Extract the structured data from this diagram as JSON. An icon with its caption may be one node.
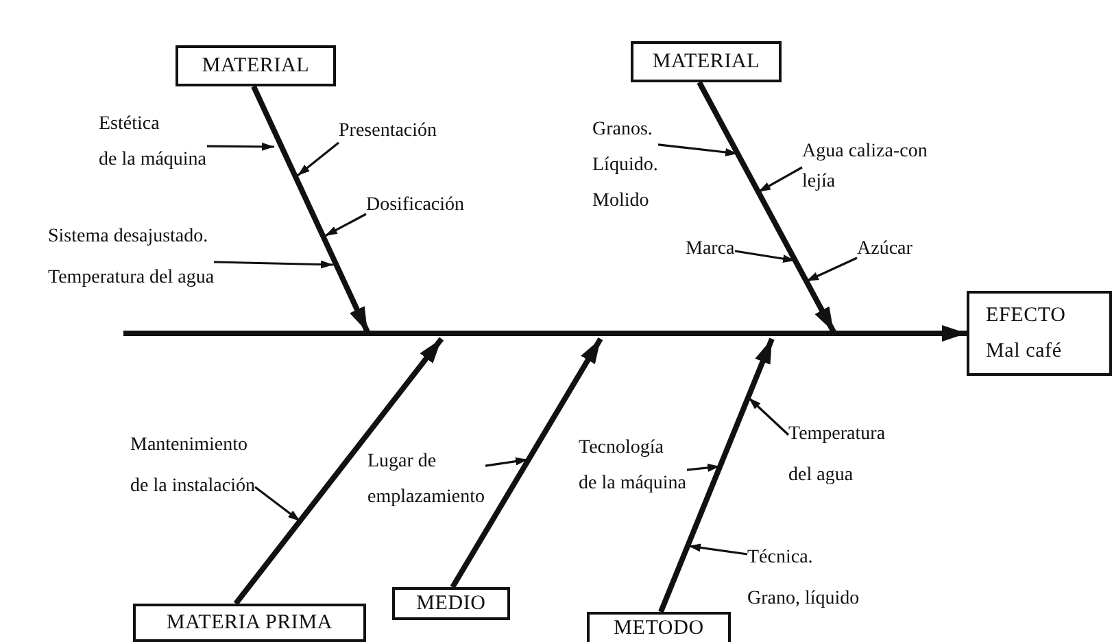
{
  "diagram": {
    "nodes": [
      {
        "text": [
          "MATERIAL"
        ]
      },
      {
        "text": [
          "Estética de la máquina"
        ]
      },
      {
        "text": [
          "Presentación"
        ]
      },
      {
        "text": [
          "Dosificación"
        ]
      },
      {
        "text": [
          "Sistema desajustado. Temperatura del agua"
        ]
      },
      {
        "text": [
          "MATERIAL"
        ]
      },
      {
        "text": [
          "Granos. Líquido. Molido"
        ]
      },
      {
        "text": [
          "Agua caliza-con lejía"
        ]
      },
      {
        "text": [
          "Marca"
        ]
      },
      {
        "text": [
          "Azúcar"
        ]
      },
      {
        "text": [
          "EFECTO",
          "Mal café"
        ]
      },
      {
        "text": [
          "Mantenimiento de la instalación"
        ]
      },
      {
        "text": [
          "Lugar de emplazamiento"
        ]
      },
      {
        "text": [
          "Tecnología de la máquina"
        ]
      },
      {
        "text": [
          "Temperatura del agua"
        ]
      },
      {
        "text": [
          "Técnica. Grano, líquido"
        ]
      },
      {
        "text": [
          "MATERIA PRIMA"
        ]
      },
      {
        "text": [
          "MEDIO"
        ]
      },
      {
        "text": [
          "METODO"
        ]
      }
    ],
    "edges": [
      {
        "from": 1,
        "to": null,
        "arrow": "to"
      },
      {
        "from": 2,
        "to": null,
        "arrow": "to"
      },
      {
        "from": 3,
        "to": null,
        "arrow": "to"
      },
      {
        "from": 4,
        "to": null,
        "arrow": "to"
      },
      {
        "from": 0,
        "to": null,
        "arrow": "to",
        "style": "thick"
      },
      {
        "from": 6,
        "to": null,
        "arrow": "to"
      },
      {
        "from": 7,
        "to": null,
        "arrow": "to"
      },
      {
        "from": 8,
        "to": null,
        "arrow": "to"
      },
      {
        "from": 9,
        "to": null,
        "arrow": "to"
      },
      {
        "from": 5,
        "to": null,
        "arrow": "to",
        "style": "thick"
      },
      {
        "from": null,
        "to": 10,
        "arrow": "to",
        "style": "thick"
      },
      {
        "from": 11,
        "to": null,
        "arrow": "to"
      },
      {
        "from": 12,
        "to": null,
        "arrow": "to"
      },
      {
        "from": 13,
        "to": null,
        "arrow": "to"
      },
      {
        "from": 14,
        "to": null,
        "arrow": "to"
      },
      {
        "from": 15,
        "to": null,
        "arrow": "to"
      },
      {
        "from": 16,
        "to": null,
        "arrow": "to",
        "style": "thick"
      },
      {
        "from": 17,
        "to": null,
        "arrow": "to",
        "style": "thick"
      },
      {
        "from": 18,
        "to": null,
        "arrow": "to",
        "style": "thick"
      }
    ]
  }
}
